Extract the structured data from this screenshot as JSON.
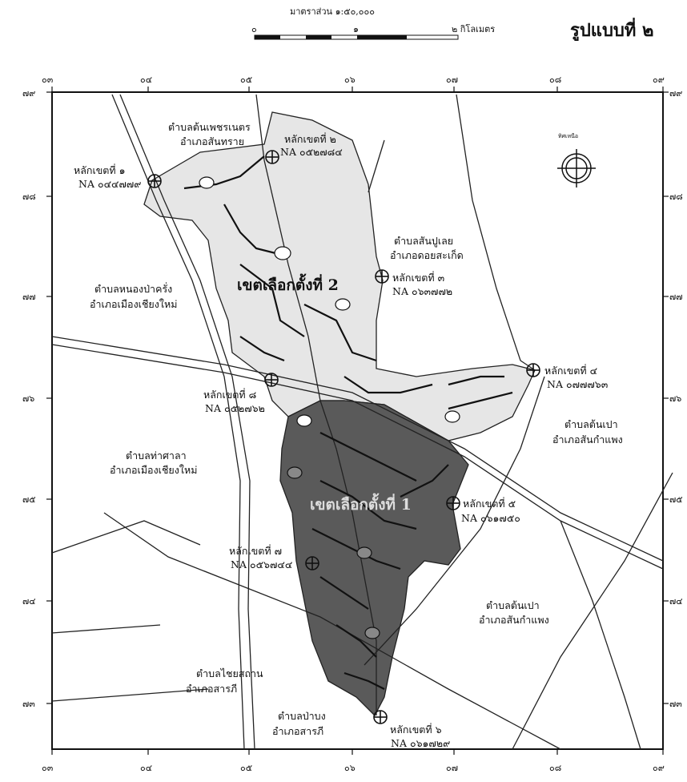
{
  "title": "รูปแบบที่ ๒",
  "scale": {
    "label": "มาตราส่วน ๑:๕๐,๐๐๐",
    "ticks": [
      "๐",
      "๑",
      "๒ กิโลเมตร"
    ]
  },
  "north_arrow": {
    "label": "ทิศเหนือ",
    "icon": "compass-icon"
  },
  "grid": {
    "top": [
      "๐๓",
      "๐๔",
      "๐๕",
      "๐๖",
      "๐๗",
      "๐๘",
      "๐๙"
    ],
    "bottom": [
      "๐๓",
      "๐๔",
      "๐๕",
      "๐๖",
      "๐๗",
      "๐๘",
      "๐๙"
    ],
    "left": [
      "๗๙",
      "๗๘",
      "๗๗",
      "๗๖",
      "๗๕",
      "๗๔",
      "๗๓"
    ],
    "right": [
      "๗๙",
      "๗๘",
      "๗๗",
      "๗๖",
      "๗๕",
      "๗๔",
      "๗๓"
    ]
  },
  "districts": [
    {
      "line1": "ตำบลต้นเพชรเนตร",
      "line2": "อำเภอสันทราย"
    },
    {
      "line1": "ตำบลสันปูเลย",
      "line2": "อำเภอดอยสะเก็ด"
    },
    {
      "line1": "ตำบลหนองป่าครั่ง",
      "line2": "อำเภอเมืองเชียงใหม่"
    },
    {
      "line1": "ตำบลต้นเปา",
      "line2": "อำเภอสันกำแพง"
    },
    {
      "line1": "ตำบลท่าศาลา",
      "line2": "อำเภอเมืองเชียงใหม่"
    },
    {
      "line1": "ตำบลต้นเปา",
      "line2": "อำเภอสันกำแพง"
    },
    {
      "line1": "ตำบลไชยสถาน",
      "line2": "อำเภอสารภี"
    },
    {
      "line1": "ตำบลป่าบง",
      "line2": "อำเภอสารภี"
    }
  ],
  "markers": [
    {
      "name": "หลักเขตที่ ๑",
      "code": "NA ๐๔๔๗๗๙"
    },
    {
      "name": "หลักเขตที่ ๒",
      "code": "NA ๐๕๒๗๘๔"
    },
    {
      "name": "หลักเขตที่ ๓",
      "code": "NA ๐๖๓๗๗๒"
    },
    {
      "name": "หลักเขตที่ ๔",
      "code": "NA ๐๗๗๗๖๓"
    },
    {
      "name": "หลักเขตที่ ๕",
      "code": "NA ๐๖๑๗๕๐"
    },
    {
      "name": "หลักเขตที่ ๖",
      "code": "NA ๐๖๑๗๒๙"
    },
    {
      "name": "หลักเขตที่ ๗",
      "code": "NA ๐๕๖๗๔๔"
    },
    {
      "name": "หลักเขตที่ ๘",
      "code": "NA ๐๕๒๗๖๒"
    }
  ],
  "zones": {
    "zone2": "เขตเลือกตั้งที่ 2",
    "zone1": "เขตเลือกตั้งที่ 1"
  },
  "colors": {
    "zone1_fill": "#5a5a5a",
    "zone2_fill": "#e6e6e6",
    "line": "#222222",
    "paper": "#ffffff"
  }
}
